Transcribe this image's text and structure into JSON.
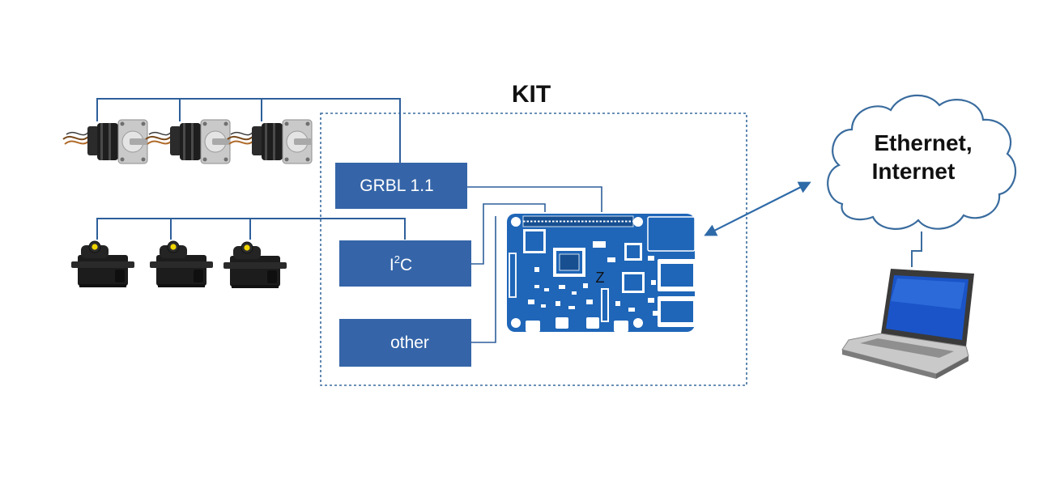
{
  "kit": {
    "title": "KIT"
  },
  "modules": {
    "grbl": "GRBL 1.1",
    "i2c": {
      "base": "I",
      "sup": "2",
      "rest": "C"
    },
    "other": "other"
  },
  "board": {
    "marker": "Z"
  },
  "cloud": {
    "line1": "Ethernet,",
    "line2": "Internet"
  },
  "colors": {
    "box_fill": "#3565a8",
    "wire": "#2e5f9b",
    "board": "#1f66b8",
    "kit_border": "#3a6c9e",
    "cloud_stroke": "#3a6c9e"
  },
  "icons": [
    "stepper-motor-icon",
    "servo-motor-icon",
    "single-board-computer-icon",
    "laptop-icon",
    "cloud-icon",
    "double-arrow-icon"
  ]
}
